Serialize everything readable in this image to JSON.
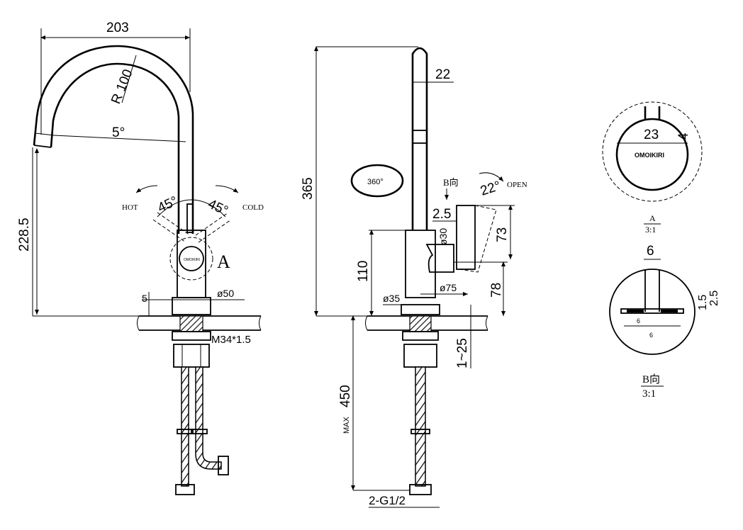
{
  "front_view": {
    "width_203": "203",
    "radius": "R 100",
    "angle_5": "5°",
    "height_228_5": "228.5",
    "hot": "HOT",
    "cold": "COLD",
    "angle_45_left": "45°",
    "angle_45_right": "45°",
    "detail_a_marker": "A",
    "dim_5": "5",
    "dia_50": "ø50",
    "thread": "M34*1.5",
    "brand_small": "OMOIKIRI"
  },
  "side_view": {
    "dia_22": "22",
    "height_365": "365",
    "rotation_360": "360°",
    "b_view": "B向",
    "angle_22": "22°",
    "open": "OPEN",
    "dim_2_5": "2.5",
    "dim_73": "73",
    "dia_30": "ø30",
    "dim_110": "110",
    "dim_78": "78",
    "dia_75": "ø75",
    "dia_35": "ø35",
    "range_1_25": "1~25",
    "dim_450": "450",
    "max": "MAX",
    "connection": "2-G1/2"
  },
  "detail_a": {
    "dim_23": "23",
    "dim_4": "4",
    "brand": "OMOIKIRI",
    "label": "A",
    "scale": "3:1"
  },
  "detail_b": {
    "dim_6": "6",
    "dim_1_5": "1.5",
    "dim_2_5": "2.5",
    "inner_6a": "6",
    "inner_6b": "6",
    "label": "B向",
    "scale": "3:1"
  }
}
